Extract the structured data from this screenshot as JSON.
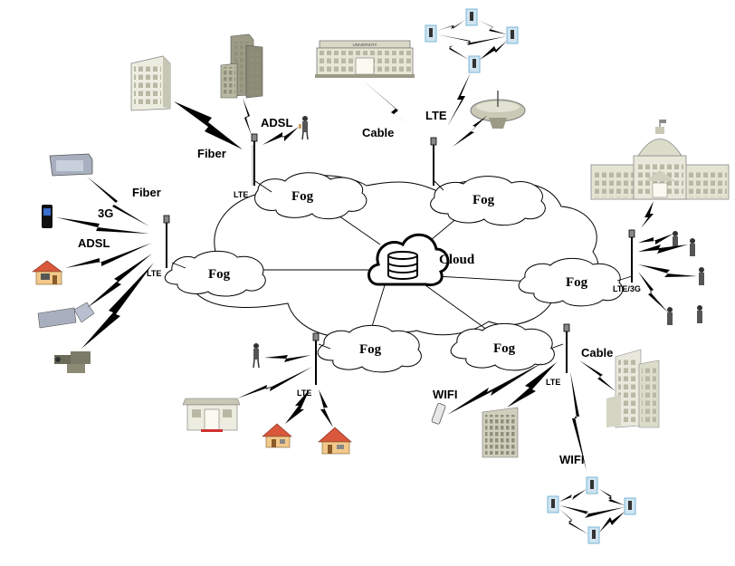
{
  "cloud": {
    "label": "Cloud"
  },
  "fog_nodes": [
    {
      "id": "fog-top-left",
      "label": "Fog"
    },
    {
      "id": "fog-top-right",
      "label": "Fog"
    },
    {
      "id": "fog-left",
      "label": "Fog"
    },
    {
      "id": "fog-right",
      "label": "Fog"
    },
    {
      "id": "fog-bottom-left",
      "label": "Fog"
    },
    {
      "id": "fog-bottom-right",
      "label": "Fog"
    }
  ],
  "towers": [
    {
      "id": "tower-top-left",
      "label": "LTE"
    },
    {
      "id": "tower-left",
      "label": "LTE"
    },
    {
      "id": "tower-right",
      "label": "LTE/3G"
    },
    {
      "id": "tower-bottom-left",
      "label": "LTE"
    },
    {
      "id": "tower-bottom-right",
      "label": "LTE"
    }
  ],
  "links": {
    "fiber_top": "Fiber",
    "adsl_top": "ADSL",
    "cable_top": "Cable",
    "lte_top": "LTE",
    "fiber_left": "Fiber",
    "g3_left": "3G",
    "adsl_left": "ADSL",
    "cable_right": "Cable",
    "wifi_mid": "WIFI",
    "wifi_bottom": "WIFI"
  },
  "university_sign": "UNIVERSITY",
  "colors": {
    "cloud_stroke": "#000000",
    "cloud_fill": "#ffffff",
    "building_fill": "#e8e8dc",
    "building_dark": "#9a9a86",
    "window": "#b8b8a4",
    "roof": "#d9573b",
    "house_wall": "#f3c98b",
    "phone_blue": "#7ab6d9"
  }
}
